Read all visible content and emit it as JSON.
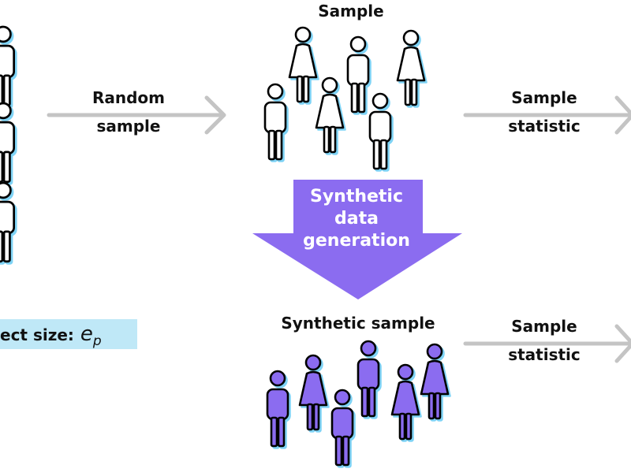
{
  "labels": {
    "sample_title": "Sample",
    "random_sample_line1": "Random",
    "random_sample_line2": "sample",
    "sample_statistic_line1": "Sample",
    "sample_statistic_line2": "statistic",
    "synthetic_generation_line1": "Synthetic",
    "synthetic_generation_line2": "data",
    "synthetic_generation_line3": "generation",
    "synthetic_sample_title": "Synthetic sample",
    "synthetic_statistic_line1": "Sample",
    "synthetic_statistic_line2": "statistic",
    "effect_size_text": "ect size:",
    "effect_symbol": "e",
    "effect_subscript": "p"
  },
  "icons": {
    "person_male": "person-male-icon",
    "person_female": "person-female-icon"
  },
  "colors": {
    "person_outline": "#000000",
    "sample_fill": "#ffffff",
    "synthetic_fill": "#8b6cf0",
    "shadow_blue": "#7fd3f5",
    "arrow_gray": "#c4c4c4",
    "generation_arrow": "#8b6cf0",
    "effect_box": "#bfe8f7"
  }
}
